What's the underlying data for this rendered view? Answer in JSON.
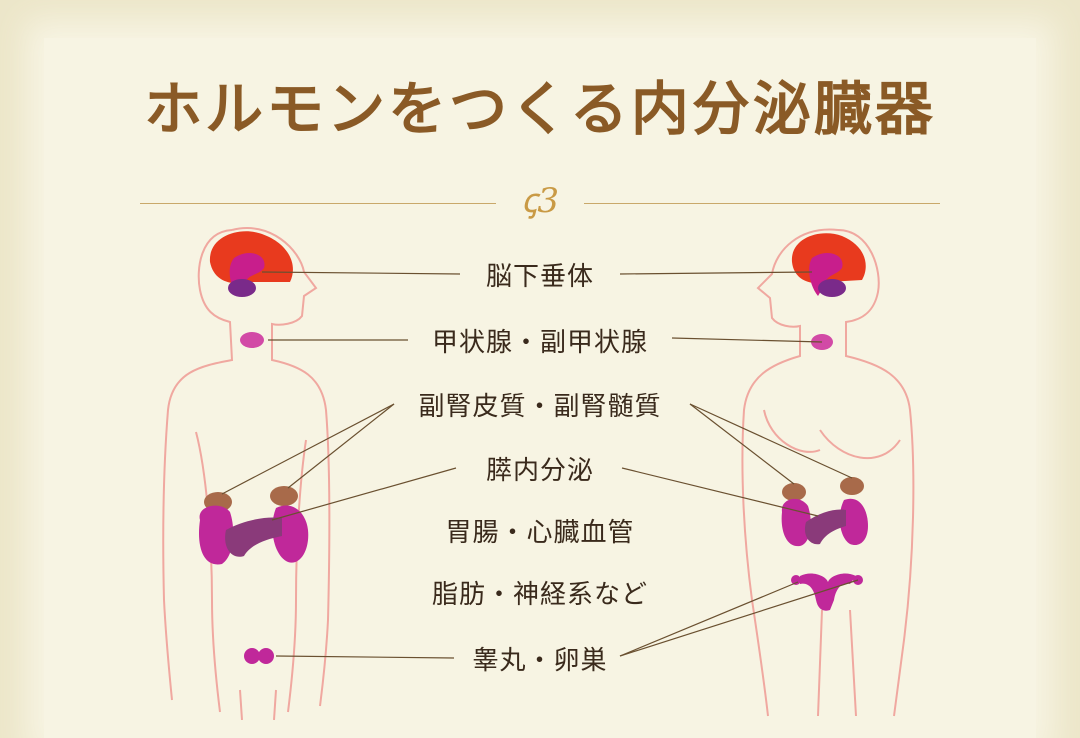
{
  "title": "ホルモンをつくる内分泌臓器",
  "ornament": "ꞔ3",
  "labels": {
    "pituitary": "脳下垂体",
    "thyroid": "甲状腺・副甲状腺",
    "adrenal": "副腎皮質・副腎髄質",
    "pancreas": "膵内分泌",
    "gut_heart": "胃腸・心臓血管",
    "fat_nerve": "脂肪・神経系など",
    "gonads": "睾丸・卵巣"
  },
  "colors": {
    "title": "#8a5a26",
    "brain": "#e83a1e",
    "pituitary": "#c81e8c",
    "kidney": "#c0289a",
    "adrenal": "#a86a4a",
    "pancreas": "#8a3a7a",
    "outline": "#f0a8a0",
    "leader": "#6a5030"
  }
}
